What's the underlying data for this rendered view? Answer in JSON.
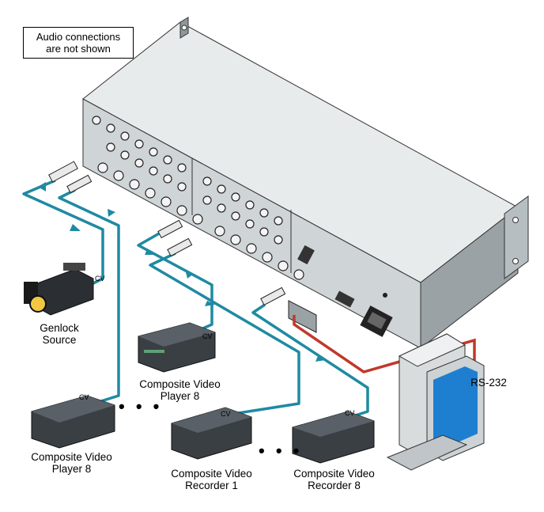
{
  "note": {
    "line1": "Audio connections",
    "line2": "are not shown"
  },
  "devices": {
    "genlock": {
      "line1": "Genlock",
      "line2": "Source",
      "cv": "CV"
    },
    "player_top": {
      "line1": "Composite Video",
      "line2": "Player 8",
      "cv": "CV"
    },
    "player_left": {
      "line1": "Composite Video",
      "line2": "Player 8",
      "cv": "CV"
    },
    "recorder1": {
      "line1": "Composite Video",
      "line2": "Recorder 1",
      "cv": "CV"
    },
    "recorder8": {
      "line1": "Composite Video",
      "line2": "Recorder 8",
      "cv": "CV"
    },
    "pc": {
      "label": "RS-232"
    }
  },
  "ellipsis": "• • •",
  "colors": {
    "video_cable": "#1f8aa2",
    "serial_cable": "#c0392b",
    "chassis": "#cfd4d6"
  }
}
